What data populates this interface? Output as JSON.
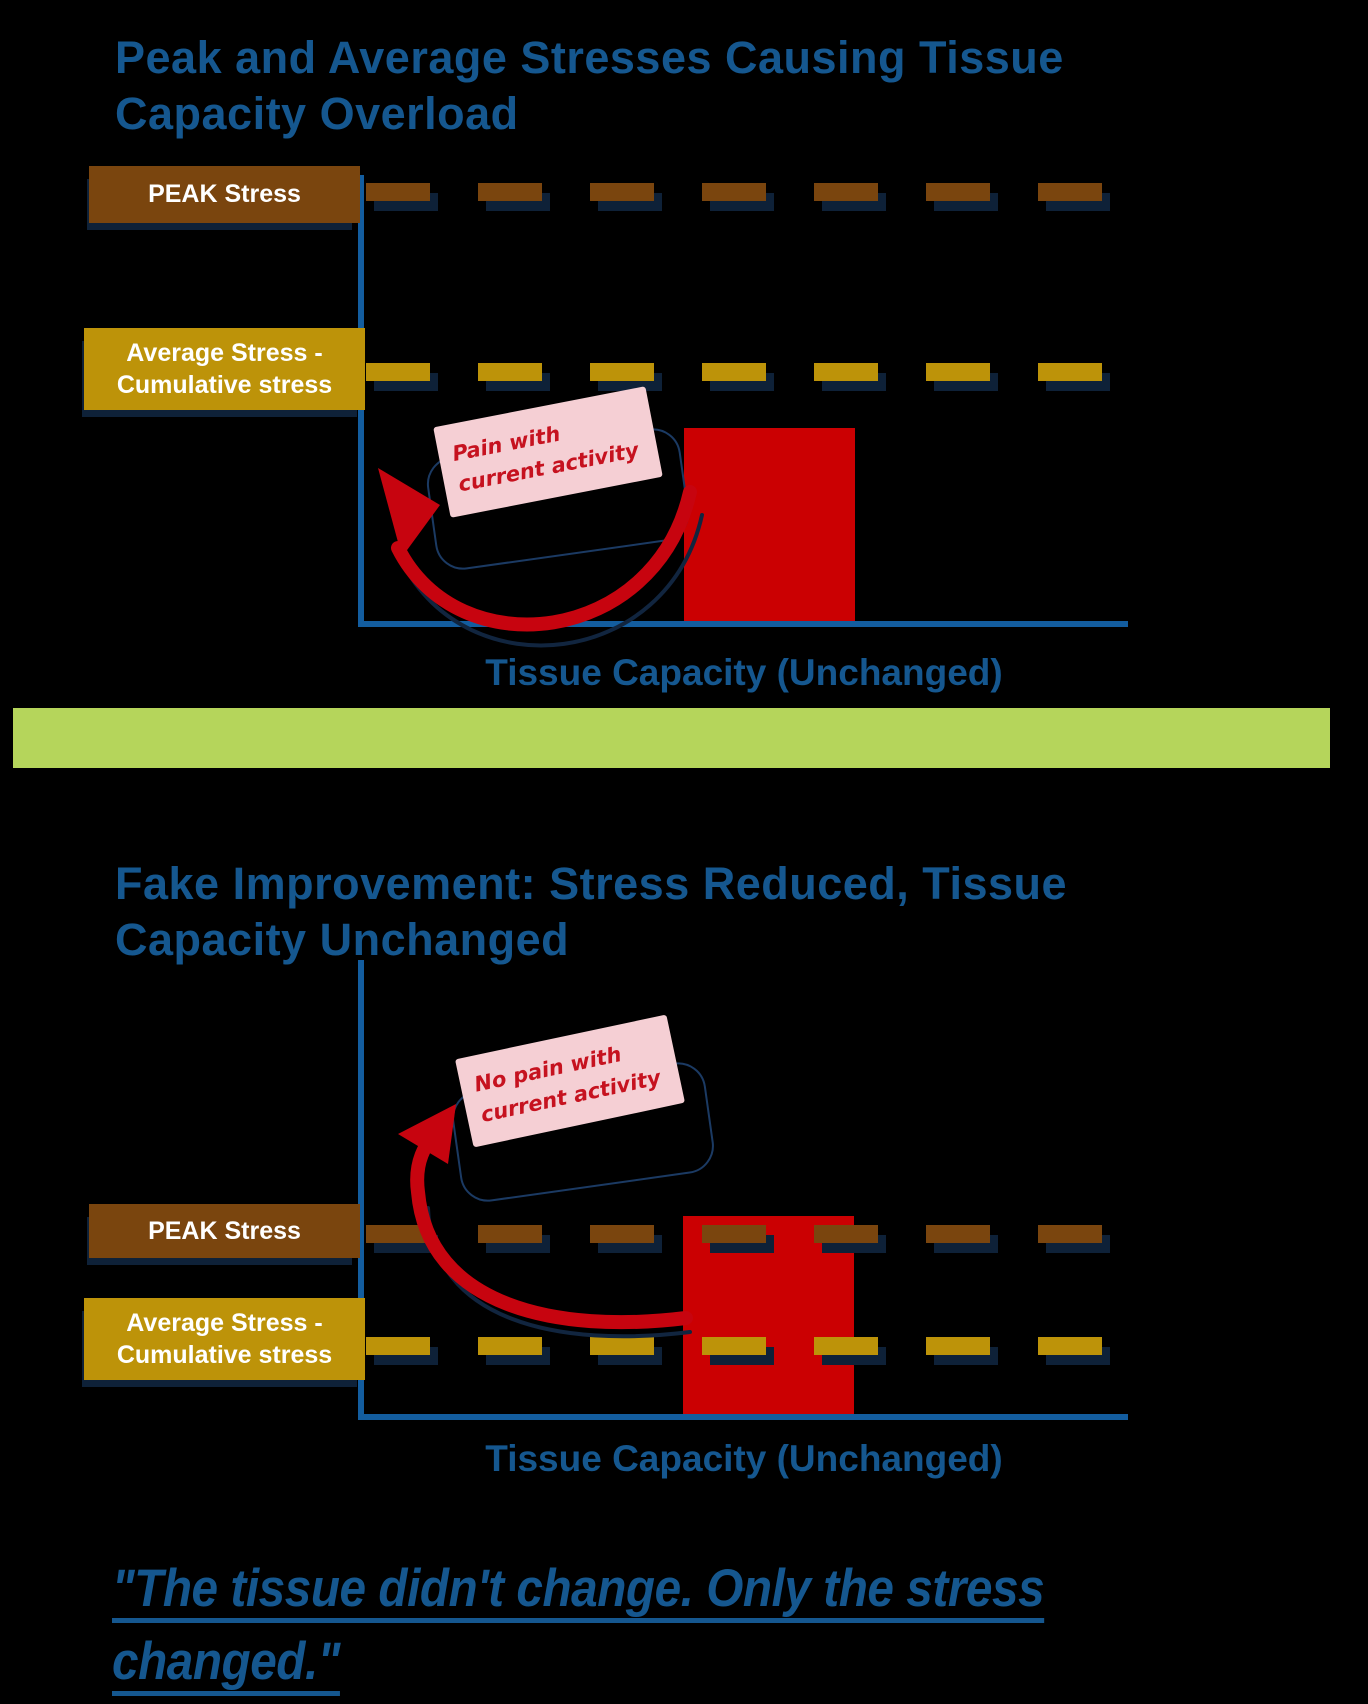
{
  "page": {
    "background_color": "#000000",
    "accent_blue": "#15578F",
    "divider_green": "#B5D55B",
    "axis_color": "#135D9F",
    "shadow_navy": "#0E2138"
  },
  "sections": [
    {
      "title": "Peak and Average Stresses Causing Tissue Capacity Overload",
      "peak_label": "PEAK Stress",
      "average_label": "Average Stress - Cumulative stress",
      "note": "Pain with current activity",
      "x_axis_label": "Tissue Capacity (Unchanged)",
      "colors": {
        "peak": "#7A450E",
        "average": "#BD9309",
        "bar": "#CB0002",
        "note_bg": "#F5CFD4",
        "note_text": "#C6121F",
        "arrow": "#C7040F"
      }
    },
    {
      "title": "Fake Improvement: Stress Reduced, Tissue Capacity Unchanged",
      "peak_label": "PEAK Stress",
      "average_label": "Average Stress - Cumulative stress",
      "note": "No pain with current activity",
      "x_axis_label": "Tissue Capacity (Unchanged)",
      "colors": {
        "peak": "#7A450E",
        "average": "#BD9309",
        "bar": "#CB0002",
        "note_bg": "#F5CFD4",
        "note_text": "#C6121F",
        "arrow": "#C7040F"
      }
    }
  ],
  "quote": "\"The tissue didn't change. Only the stress changed.\"",
  "chart_data": [
    {
      "type": "bar",
      "panel": "before",
      "title": "Peak and Average Stresses Causing Tissue Capacity Overload",
      "xlabel": "Tissue Capacity (Unchanged)",
      "reference_lines": [
        {
          "label": "PEAK Stress",
          "style": "dashed",
          "color": "#7A450E",
          "relative_level": 0.96
        },
        {
          "label": "Average Stress - Cumulative stress",
          "style": "dashed",
          "color": "#BD9309",
          "relative_level": 0.56
        }
      ],
      "bars": [
        {
          "label": "tissue capacity",
          "color": "#CB0002",
          "relative_height": 0.43
        }
      ],
      "annotation": {
        "text": "Pain with current activity",
        "arrow": "curved red arrow from bar to note"
      },
      "legend_position": "none",
      "grid": false
    },
    {
      "type": "bar",
      "panel": "after",
      "title": "Fake Improvement: Stress Reduced, Tissue Capacity Unchanged",
      "xlabel": "Tissue Capacity (Unchanged)",
      "reference_lines": [
        {
          "label": "PEAK Stress",
          "style": "dashed",
          "color": "#7A450E",
          "relative_level": 0.39
        },
        {
          "label": "Average Stress - Cumulative stress",
          "style": "dashed",
          "color": "#BD9309",
          "relative_level": 0.15
        }
      ],
      "bars": [
        {
          "label": "tissue capacity",
          "color": "#CB0002",
          "relative_height": 0.43
        }
      ],
      "annotation": {
        "text": "No pain with current activity",
        "arrow": "curved red arrow from bar to note"
      },
      "legend_position": "none",
      "grid": false
    }
  ]
}
